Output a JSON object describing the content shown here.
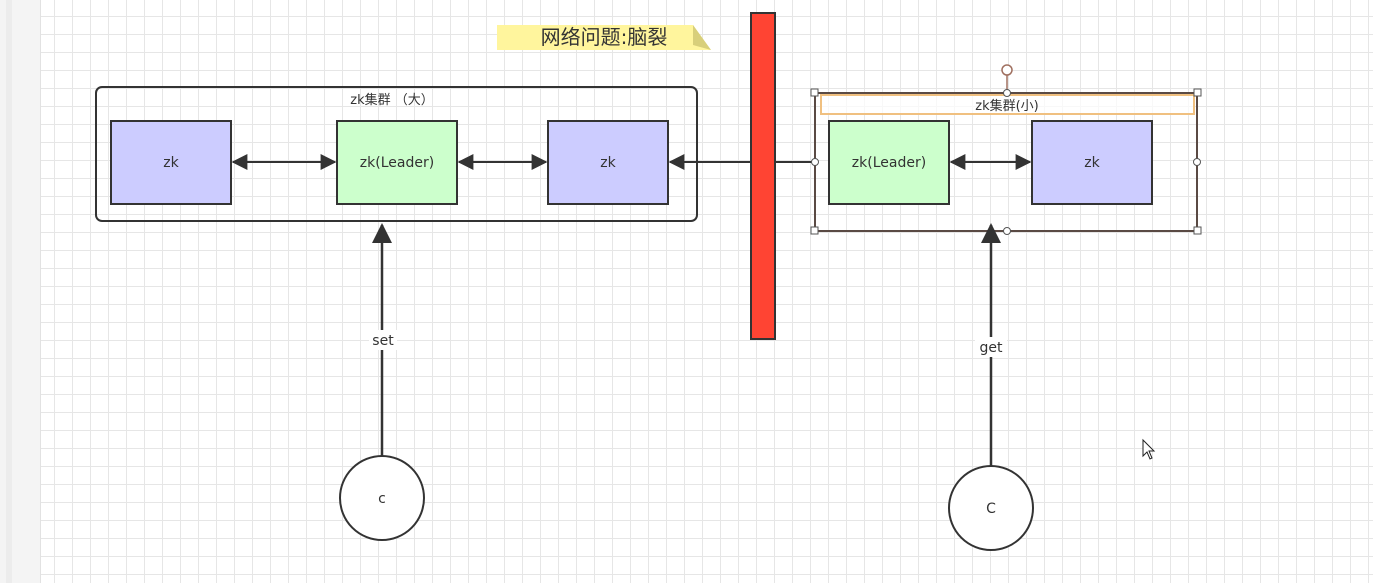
{
  "title": "网络问题:脑裂",
  "cluster_big": {
    "label": "zk集群 （大）",
    "nodes": [
      {
        "label": "zk"
      },
      {
        "label": "zk(Leader)"
      },
      {
        "label": "zk"
      }
    ]
  },
  "cluster_small": {
    "label": "zk集群(小)",
    "nodes": [
      {
        "label": "zk(Leader)"
      },
      {
        "label": "zk"
      }
    ]
  },
  "clients": [
    {
      "label": "c",
      "edge_label": "set"
    },
    {
      "label": "C",
      "edge_label": "get"
    }
  ],
  "colors": {
    "follower": "#ccccff",
    "leader": "#ccffcc",
    "partition_wall": "#ff4433",
    "title_note": "#fff59d",
    "selection_outline": "#f0c080"
  }
}
